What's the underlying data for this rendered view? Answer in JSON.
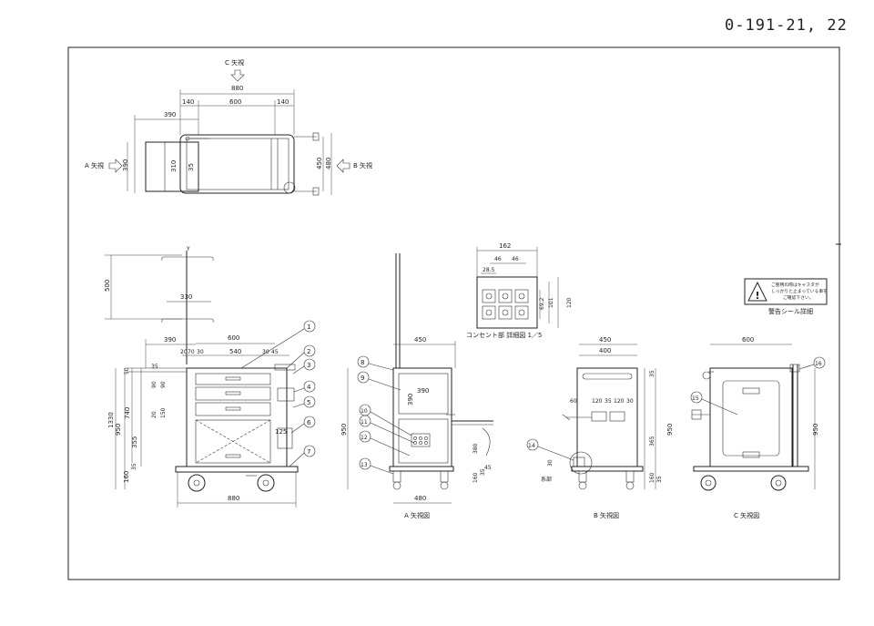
{
  "doc_code": "0-191-21, 22",
  "top_view": {
    "arrow_c": "C 矢視",
    "arrow_a": "A 矢視",
    "arrow_b": "B 矢視",
    "dims": [
      "880",
      "140",
      "600",
      "140",
      "390",
      "310",
      "35",
      "390",
      "450",
      "480"
    ]
  },
  "front_view": {
    "dims": [
      "500",
      "330",
      "600",
      "390",
      "20",
      "70",
      "30",
      "540",
      "30",
      "45",
      "1330",
      "950",
      "740",
      "355",
      "35",
      "160",
      "50",
      "35",
      "90",
      "90",
      "20",
      "150",
      "125",
      "880"
    ],
    "callouts": [
      "1",
      "2",
      "3",
      "4",
      "5",
      "6",
      "7"
    ],
    "caption": ""
  },
  "side_a": {
    "dims": [
      "450",
      "390",
      "390",
      "950",
      "480",
      "160",
      "35",
      "45",
      "380"
    ],
    "callouts": [
      "8",
      "9",
      "10",
      "11",
      "12",
      "13"
    ],
    "caption": "A 矢視図"
  },
  "outlet": {
    "dims": [
      "162",
      "46",
      "46",
      "28.5",
      "69.2",
      "101",
      "120"
    ],
    "caption": "コンセント部 詳細図 1／5"
  },
  "side_b": {
    "dims": [
      "450",
      "400",
      "120",
      "35",
      "120",
      "30",
      "60",
      "365",
      "950",
      "160",
      "35",
      "35",
      "30"
    ],
    "callouts": [
      "14"
    ],
    "label_lock": "系部",
    "caption": "B 矢視図"
  },
  "side_c": {
    "dims": [
      "600",
      "950"
    ],
    "callouts": [
      "15",
      "16"
    ],
    "caption": "C 矢視図"
  },
  "warning": {
    "line1": "ご使用の際はキャスタが",
    "line2": "しっかりと止まっている事を",
    "line3": "ご確認下さい。",
    "caption": "警告シール詳細"
  }
}
